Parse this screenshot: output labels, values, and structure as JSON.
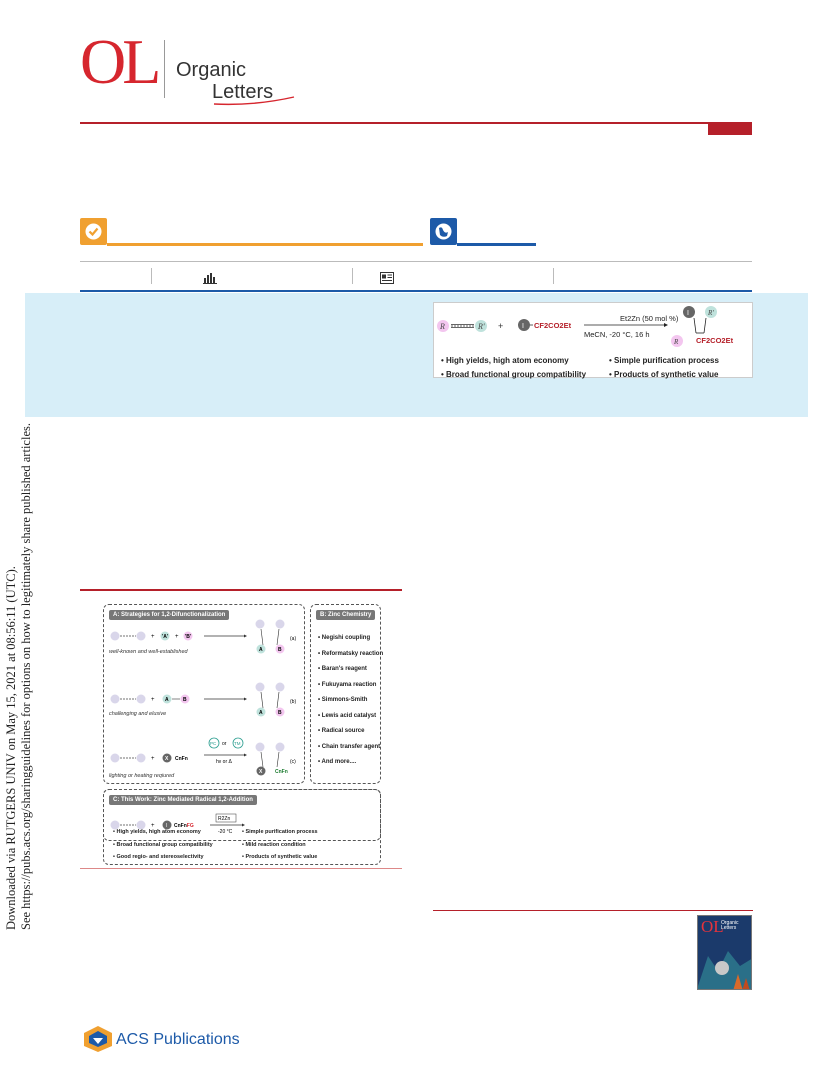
{
  "journal": {
    "logo_mark": "OL",
    "logo_word1": "Organic",
    "logo_word2": "Letters",
    "publisher": "ACS Publications"
  },
  "toc_graphic": {
    "reagent": "CF2CO2Et",
    "catalyst_line": "Et2Zn (50 mol %)",
    "conditions_line": "MeCN, -20 °C, 16 h",
    "product_group": "CF2CO2Et",
    "bullets": [
      "High yields, high atom economy",
      "Simple purification process",
      "Broad functional group compatibility",
      "Products of synthetic value"
    ]
  },
  "figure": {
    "panel_a": {
      "title": "A: Strategies for 1,2-Difunctionalization",
      "label_a": "well-known and well-established",
      "label_b": "challenging and elusive",
      "label_c": "lighting or heating reqiured",
      "tag_a": "(a)",
      "tag_b": "(b)",
      "tag_c": "(c)",
      "pc": "PC",
      "or": "or",
      "tm": "TM",
      "hv": "hν or Δ"
    },
    "panel_b": {
      "title": "B: Zinc Chemistry",
      "items": [
        "Negishi coupling",
        "Reformatsky reaction",
        "Baran's reagent",
        "Fukuyama reaction",
        "Simmons-Smith",
        "Lewis acid catalyst",
        "Radical source",
        "Chain transfer agent",
        "And more...."
      ]
    },
    "panel_c": {
      "title": "C: This Work: Zinc Mediated Radical 1,2-Addition",
      "reagent": "R2Zn",
      "temp": "-20 °C",
      "bullets_left": [
        "High yields, high atom economy",
        "Broad functional group compatibility",
        "Good regio- and stereoselectivity"
      ],
      "bullets_right": [
        "Simple purification process",
        "Mild reaction condition",
        "Products of synthetic value"
      ]
    }
  },
  "side_note": {
    "line1": "Downloaded via RUTGERS UNIV on May 15, 2021 at 08:56:11 (UTC).",
    "line2": "See https://pubs.acs.org/sharingguidelines for options on how to legitimately share published articles."
  },
  "colors": {
    "brand_red": "#d6262e",
    "rule_red": "#b5202a",
    "open_access_orange": "#f0a030",
    "link_blue": "#1d5aa8",
    "abstract_bg": "#d7eef8"
  },
  "icons": [
    "check-icon",
    "globe-icon",
    "bar-chart-icon",
    "article-icon"
  ]
}
